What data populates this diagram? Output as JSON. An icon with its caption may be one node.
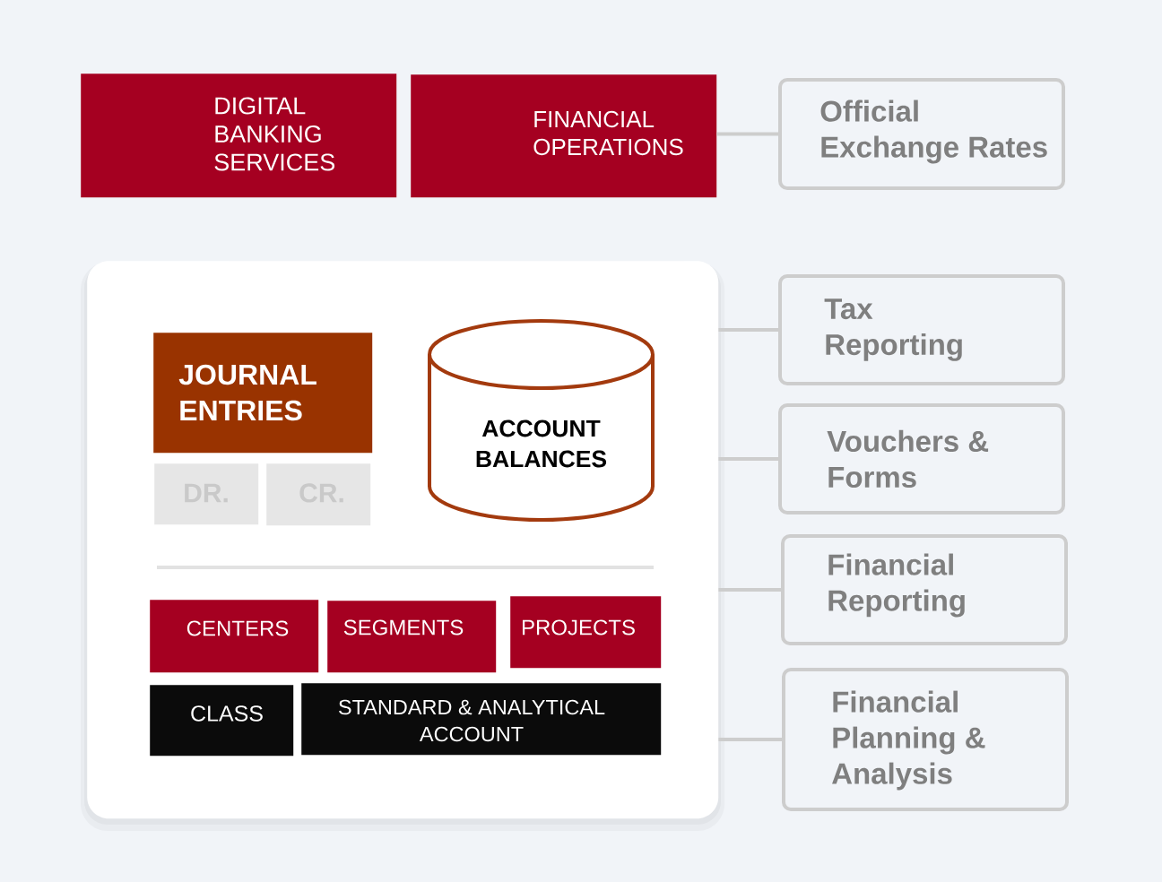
{
  "diagram": {
    "nodes": [
      {
        "text": [
          "DIGITAL BANKING SERVICES"
        ]
      },
      {
        "text": [
          "FINANCIAL OPERATIONS"
        ]
      },
      {
        "text": [
          "Official Exchange Rates"
        ]
      },
      {
        "text": [],
        "shape": "box"
      },
      {
        "text": [
          "JOURNAL ENTRIES"
        ],
        "in": 3
      },
      {
        "text": [
          "DR."
        ],
        "in": 3
      },
      {
        "text": [
          "CR."
        ],
        "in": 3
      },
      {
        "text": [
          "ACCOUNT BALANCES"
        ],
        "in": 3
      },
      {
        "text": [
          "CENTERS"
        ],
        "in": 3
      },
      {
        "text": [
          "SEGMENTS"
        ],
        "in": 3
      },
      {
        "text": [
          "PROJECTS"
        ],
        "in": 3
      },
      {
        "text": [
          "CLASS"
        ],
        "in": 3
      },
      {
        "text": [
          "STANDARD & ANALYTICAL ACCOUNT"
        ],
        "in": 3
      },
      {
        "text": [
          "Tax Reporting"
        ]
      },
      {
        "text": [
          "Vouchers & Forms"
        ]
      },
      {
        "text": [
          "Financial Reporting"
        ]
      },
      {
        "text": [
          "Financial Planning & Analysis"
        ]
      }
    ],
    "edges": [
      {
        "from": 1,
        "to": 2,
        "arrow": "none"
      },
      {
        "from": 3,
        "to": 13,
        "arrow": "none"
      },
      {
        "from": 3,
        "to": 14,
        "arrow": "none"
      },
      {
        "from": 3,
        "to": 15,
        "arrow": "none"
      },
      {
        "from": 3,
        "to": 16,
        "arrow": "none"
      }
    ]
  }
}
